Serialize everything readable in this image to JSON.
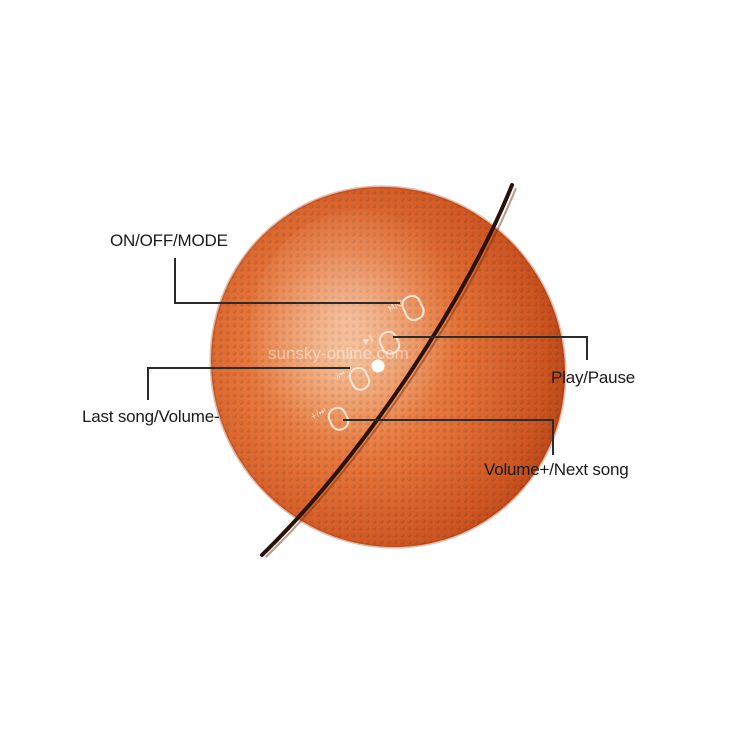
{
  "callouts": {
    "on_off_mode": "ON/OFF/MODE",
    "play_pause": "Play/Pause",
    "last_song_volume_down": "Last song/Volume-",
    "volume_up_next_song": "Volume+/Next song"
  },
  "watermark": "sunsky-online.com",
  "colors": {
    "ball_light": "#f29a5c",
    "ball_mid": "#e0662a",
    "ball_dark": "#b8471a",
    "seam": "#2a1208",
    "leader_line": "#2b2b2b",
    "background": "#ffffff"
  }
}
